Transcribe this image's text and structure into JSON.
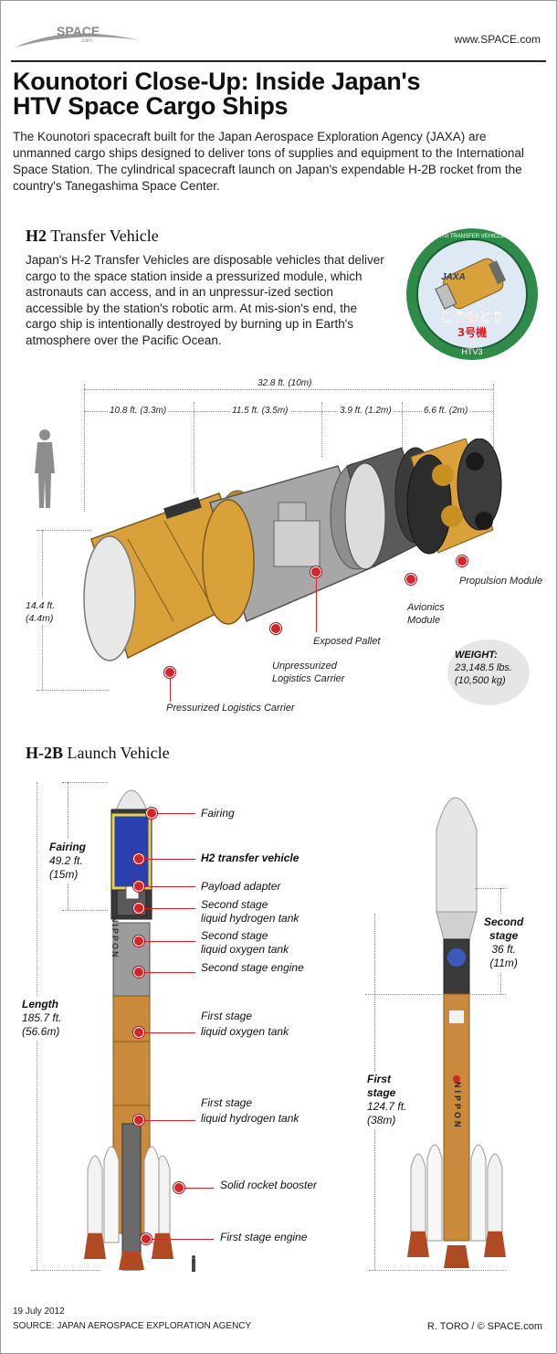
{
  "header": {
    "logo_text": "SPACE",
    "logo_sub": ".com",
    "site_url": "www.SPACE.com"
  },
  "title": {
    "line1": "Kounotori Close-Up: Inside Japan's",
    "line2": "HTV Space Cargo Ships"
  },
  "intro": "The Kounotori spacecraft built for the Japan Aerospace Exploration Agency (JAXA) are unmanned cargo ships designed to deliver tons of supplies and equipment to the International Space Station. The cylindrical spacecraft launch on Japan's expendable H-2B rocket from the country's Tanegashima Space Center.",
  "h2": {
    "heading_bold": "H2",
    "heading_rest": "Transfer Vehicle",
    "body": "Japan's H-2 Transfer Vehicles are disposable vehicles that deliver cargo to the space station inside a pressurized module, which astronauts can access, and in an unpressur-ized section accessible by the station's robotic arm. At mis-sion's end, the cargo ship is intentionally destroyed by burning up in Earth's atmosphere over the Pacific Ocean.",
    "patch": {
      "logo": "JAXA",
      "ring_text": "H-II TRANSFER VEHICLE",
      "name": "こうのとり",
      "number": "3号機",
      "bottom": "HTV3"
    },
    "dims": {
      "total": "32.8 ft. (10m)",
      "seg1": "10.8 ft. (3.3m)",
      "seg2": "11.5 ft. (3.5m)",
      "seg3": "3.9 ft. (1.2m)",
      "seg4": "6.6 ft. (2m)",
      "height_ft": "14.4 ft.",
      "height_m": "(4.4m)"
    },
    "labels": {
      "propulsion": "Propulsion Module",
      "avionics_1": "Avionics",
      "avionics_2": "Module",
      "exposed_pallet": "Exposed Pallet",
      "unpress_1": "Unpressurized",
      "unpress_2": "Logistics Carrier",
      "press": "Pressurized Logistics Carrier"
    },
    "weight": {
      "label": "WEIGHT:",
      "lbs": "23,148.5 lbs.",
      "kg": "(10,500 kg)"
    }
  },
  "h2b": {
    "heading_bold": "H-2B",
    "heading_rest": "Launch Vehicle",
    "fairing": {
      "label": "Fairing",
      "ft": "49.2 ft.",
      "m": "(15m)"
    },
    "length": {
      "label": "Length",
      "ft": "185.7 ft.",
      "m": "(56.6m)"
    },
    "second_stage": {
      "label1": "Second",
      "label2": "stage",
      "ft": "36 ft.",
      "m": "(11m)"
    },
    "first_stage": {
      "label1": "First",
      "label2": "stage",
      "ft": "124.7 ft.",
      "m": "(38m)"
    },
    "rocket_text": "NIPPON",
    "callouts": {
      "fairing": "Fairing",
      "htv": "H2 transfer vehicle",
      "adapter": "Payload adapter",
      "s2_lh2_1": "Second stage",
      "s2_lh2_2": "liquid hydrogen tank",
      "s2_lox_1": "Second stage",
      "s2_lox_2": "liquid oxygen tank",
      "s2_engine": "Second stage engine",
      "s1_lox_1": "First stage",
      "s1_lox_2": "liquid oxygen tank",
      "s1_lh2_1": "First stage",
      "s1_lh2_2": "liquid hydrogen tank",
      "srb": "Solid rocket booster",
      "s1_engine": "First stage engine"
    }
  },
  "footer": {
    "date": "19 July 2012",
    "source": "SOURCE: JAPAN AEROSPACE EXPLORATION AGENCY",
    "credit": "R. TORO / © SPACE.com"
  },
  "colors": {
    "accent_red": "#d8232a",
    "gold": "#d9a13a",
    "rocket_orange": "#c98a3c"
  }
}
